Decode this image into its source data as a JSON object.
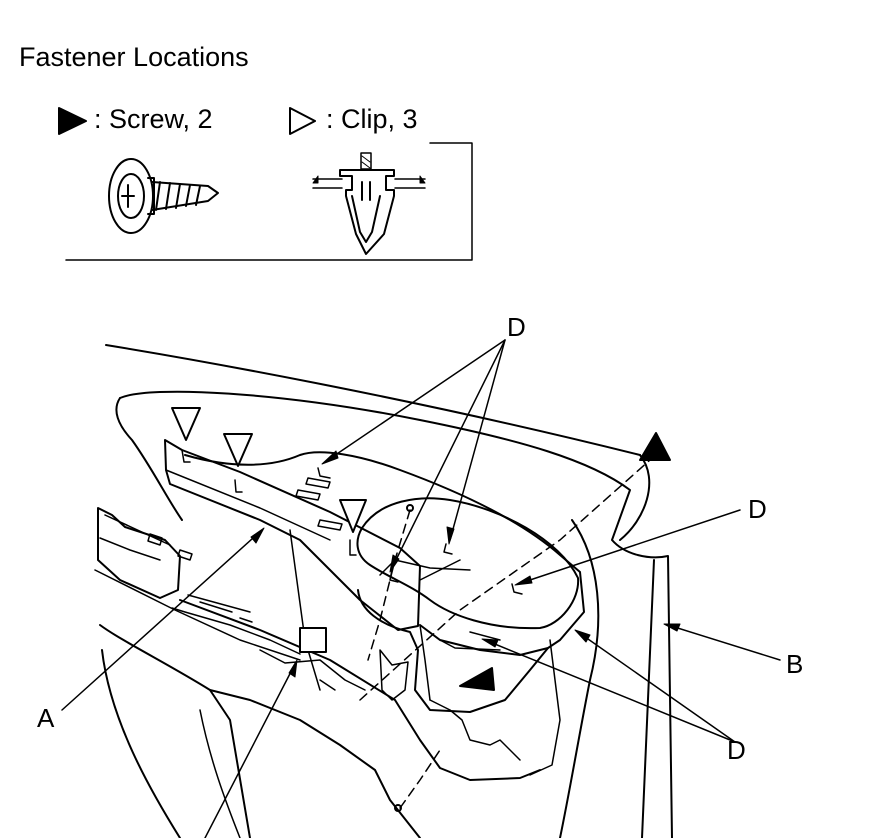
{
  "title": "Fastener Locations",
  "legend": {
    "screw": ": Screw, 2",
    "clip": ": Clip, 3"
  },
  "callouts": {
    "a": "A",
    "b": "B",
    "d_top": "D",
    "d_right": "D",
    "d_bottom": "D"
  }
}
